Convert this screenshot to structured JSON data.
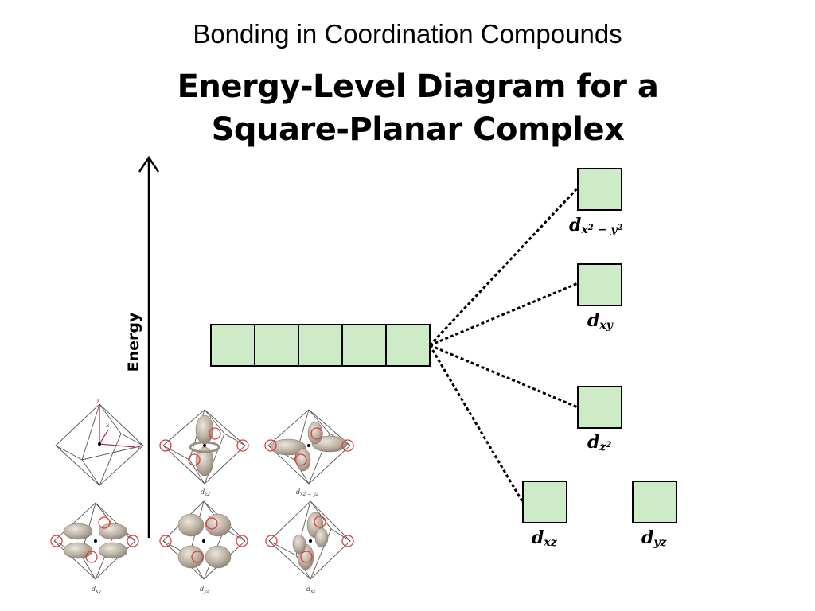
{
  "slide": {
    "title": "Bonding in Coordination Compounds",
    "heading_line1": "Energy-Level Diagram for a",
    "heading_line2": "Square-Planar Complex"
  },
  "axis": {
    "label": "Energy"
  },
  "orbitals": [
    {
      "base": "d",
      "sub": "x",
      "sup": "2",
      "rest": " − y",
      "sup2": "2"
    },
    {
      "base": "d",
      "sub": "xy"
    },
    {
      "base": "d",
      "sub": "z",
      "sup": "2"
    },
    {
      "base": "d",
      "sub": "xz"
    },
    {
      "base": "d",
      "sub": "yz"
    }
  ],
  "thumbnails": {
    "axes": {
      "z": "z",
      "x": "x",
      "y": "y"
    },
    "captions": [
      {
        "base": "d",
        "sub": "z2"
      },
      {
        "base": "d",
        "sub": "x2 − y2"
      },
      {
        "base": "d",
        "sub": "xy"
      },
      {
        "base": "d",
        "sub": "yz"
      },
      {
        "base": "d",
        "sub": "xz"
      }
    ]
  },
  "colors": {
    "box_fill": "#cdebc6",
    "ligand_circle": "#e23a3a",
    "lobe": "#b3aa9c"
  }
}
